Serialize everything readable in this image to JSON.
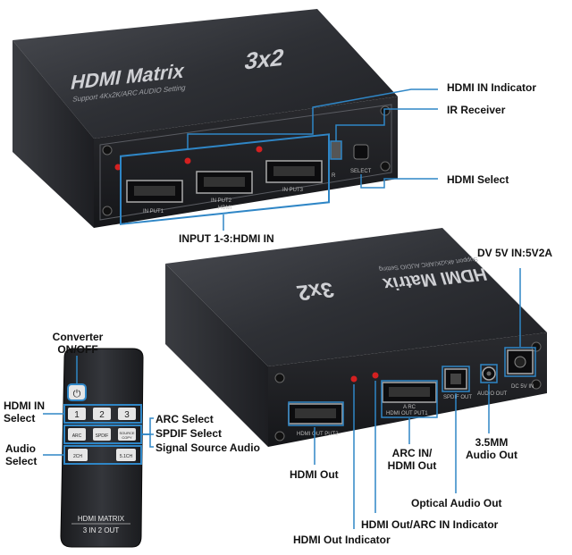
{
  "device_front": {
    "title": "HDMI Matrix",
    "model": "3x2",
    "subtitle": "Support 4Kx2K/ARC AUDIO Setting",
    "ports": [
      "IN PUT1",
      "IN PUT2",
      "IN PUT3"
    ],
    "hdmi_tag": "HDMI",
    "ir_tag": "R",
    "select_tag": "SELECT"
  },
  "device_back": {
    "title": "HDMI Matrix",
    "model": "3x2",
    "subtitle": "Support 4Kx2K/ARC AUDIO Setting",
    "port_out2": "HDMI OUT PUT2",
    "port_arc_line1": "A RC",
    "port_arc_line2": "HDMI OUT PUT1",
    "spdif": "SPDIF OUT",
    "audio": "AUDIO OUT",
    "dc": "DC 5V IN"
  },
  "remote": {
    "buttons": [
      "1",
      "2",
      "3"
    ],
    "arc": "ARC",
    "spdif": "SPDIF",
    "source_line1": "SOURCE",
    "source_line2": "COPY",
    "ch2": "2CH",
    "ch51": "5.1CH",
    "brand_line1": "HDMI MATRIX",
    "brand_line2": "3 IN 2 OUT"
  },
  "callouts": {
    "hdmi_in_indicator": "HDMI IN Indicator",
    "ir_receiver": "IR Receiver",
    "hdmi_select": "HDMI Select",
    "input_1_3": "INPUT 1-3:HDMI IN",
    "dc_in": "DV 5V IN:5V2A",
    "converter_line1": "Converter",
    "converter_line2": "ON/OFF",
    "hdmi_in_select_line1": "HDMI IN",
    "hdmi_in_select_line2": "Select",
    "audio_select_line1": "Audio",
    "audio_select_line2": "Select",
    "arc_select": "ARC Select",
    "spdif_select": "SPDIF Select",
    "signal_source_audio": "Signal Source Audio",
    "hdmi_out": "HDMI Out",
    "arc_in_line1": "ARC IN/",
    "arc_in_line2": "HDMI Out",
    "audio_35_line1": "3.5MM",
    "audio_35_line2": "Audio Out",
    "optical_audio_out": "Optical Audio Out",
    "hdmi_out_arc_indicator": "HDMI Out/ARC IN Indicator",
    "hdmi_out_indicator": "HDMI Out Indicator"
  },
  "colors": {
    "housing": "#2a2c30",
    "panel": "#1c1d20",
    "callout_blue": "#2f86c6",
    "led_red": "#d42020",
    "label_text": "#111111"
  }
}
